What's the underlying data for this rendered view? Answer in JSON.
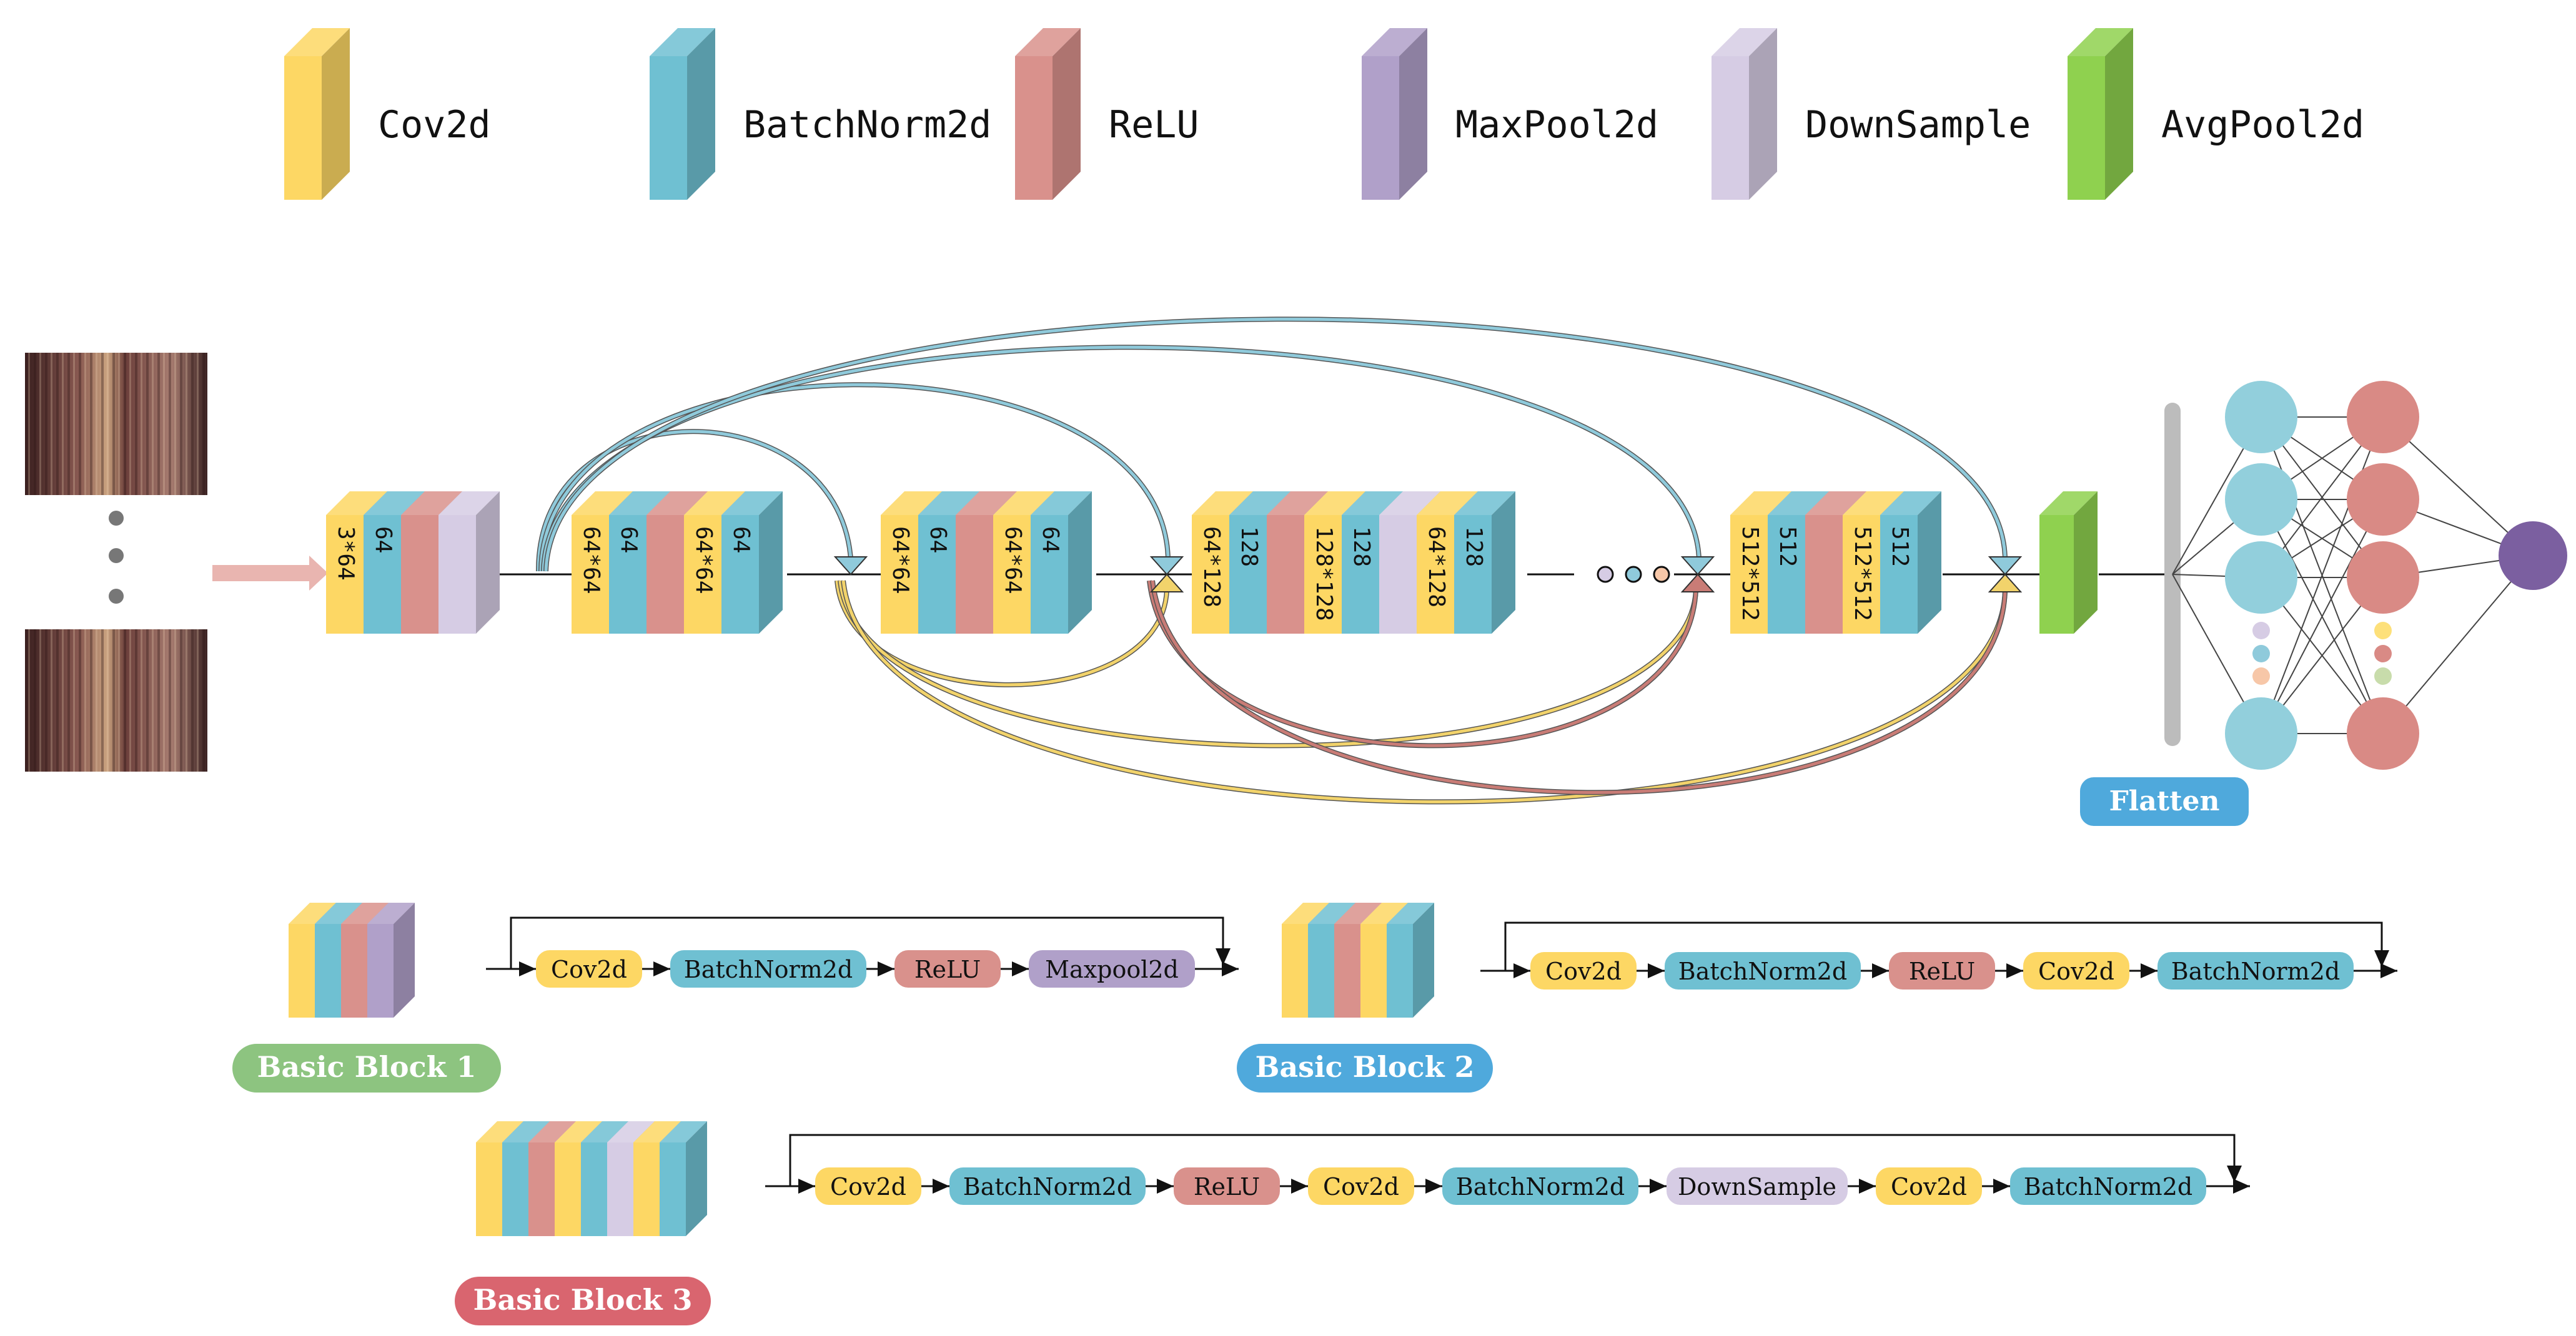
{
  "colors": {
    "cov2d": "#fdd764",
    "batchnorm2d": "#6fc0d2",
    "relu": "#d9918c",
    "maxpool2d": "#b0a0c9",
    "downsample": "#d6cce4",
    "avgpool2d": "#8fd14f",
    "flatten_badge": "#4fa9dc",
    "block1_badge": "#8dc480",
    "block2_badge": "#4fa9dc",
    "block3_badge": "#d9656f",
    "output_node": "#7b5fa0",
    "input_arrow": "#e9b5b0",
    "skip_cyan": "#8fcadb",
    "skip_yellow": "#f2d36b",
    "skip_red": "#c97c76"
  },
  "legend": [
    {
      "label": "Cov2d",
      "color_key": "cov2d"
    },
    {
      "label": "BatchNorm2d",
      "color_key": "batchnorm2d"
    },
    {
      "label": "ReLU",
      "color_key": "relu"
    },
    {
      "label": "MaxPool2d",
      "color_key": "maxpool2d"
    },
    {
      "label": "DownSample",
      "color_key": "downsample"
    },
    {
      "label": "AvgPool2d",
      "color_key": "avgpool2d"
    }
  ],
  "network": {
    "stage1_labels": [
      "3*64",
      "64"
    ],
    "stage2_labels": [
      "64*64",
      "64",
      "64*64",
      "64"
    ],
    "stage3_labels": [
      "64*64",
      "64",
      "64*64",
      "64"
    ],
    "stage4_labels": [
      "64*128",
      "128",
      "128*128",
      "128",
      "64*128",
      "128"
    ],
    "stage5_labels": [
      "512*512",
      "512",
      "512*512",
      "512"
    ],
    "flatten_label": "Flatten"
  },
  "blocks": {
    "block1": {
      "title": "Basic Block 1",
      "steps": [
        "Cov2d",
        "BatchNorm2d",
        "ReLU",
        "Maxpool2d"
      ]
    },
    "block2": {
      "title": "Basic Block 2",
      "steps": [
        "Cov2d",
        "BatchNorm2d",
        "ReLU",
        "Cov2d",
        "BatchNorm2d"
      ]
    },
    "block3": {
      "title": "Basic Block 3",
      "steps": [
        "Cov2d",
        "BatchNorm2d",
        "ReLU",
        "Cov2d",
        "BatchNorm2d",
        "DownSample",
        "Cov2d",
        "BatchNorm2d"
      ]
    }
  }
}
